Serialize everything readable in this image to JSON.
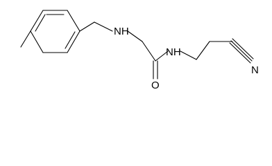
{
  "molecule": {
    "atoms": {
      "amine_nitrogen": "NH",
      "carbonyl_oxygen": "O",
      "amide_nitrogen": "NH",
      "nitrile_nitrogen": "N"
    }
  }
}
